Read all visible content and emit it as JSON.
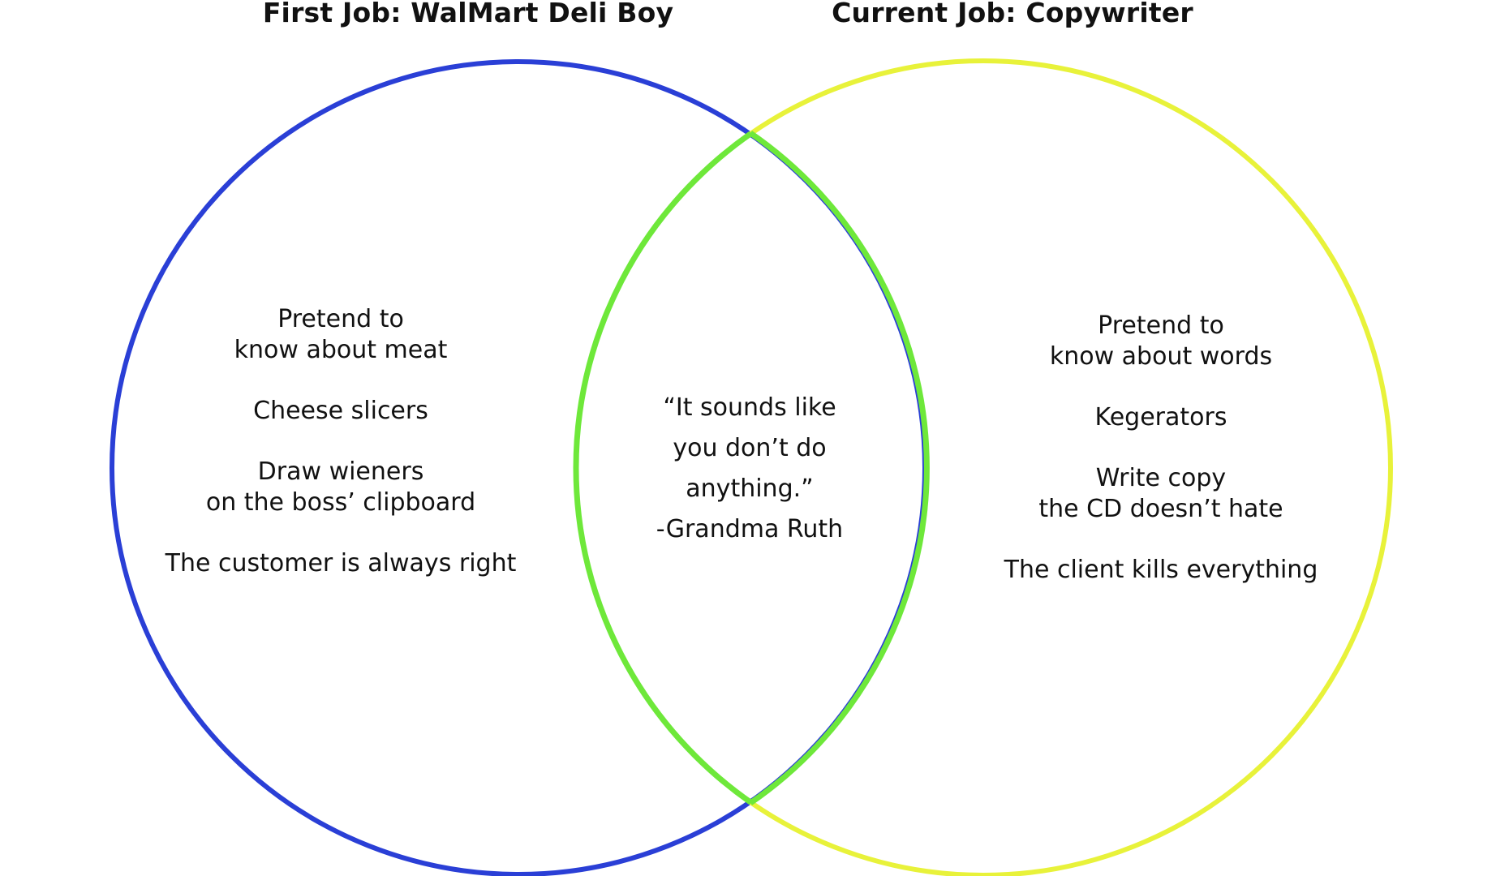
{
  "colors": {
    "left_circle": "#2a3fd6",
    "right_circle": "#e8f23a",
    "overlap_outline": "#6ee83a",
    "text": "#111111",
    "background": "#ffffff"
  },
  "sets": {
    "left": {
      "title": "First Job: WalMart Deli Boy",
      "items": [
        {
          "lines": [
            "Pretend to",
            "know about meat"
          ]
        },
        {
          "lines": [
            "Cheese slicers"
          ]
        },
        {
          "lines": [
            "Draw wieners",
            "on the boss’ clipboard"
          ]
        },
        {
          "lines": [
            "The customer is always right"
          ]
        }
      ]
    },
    "right": {
      "title": "Current Job: Copywriter",
      "items": [
        {
          "lines": [
            "Pretend to",
            "know about words"
          ]
        },
        {
          "lines": [
            "Kegerators"
          ]
        },
        {
          "lines": [
            "Write copy",
            "the CD doesn’t hate"
          ]
        },
        {
          "lines": [
            "The client kills everything"
          ]
        }
      ]
    },
    "overlap": {
      "lines": [
        "“It sounds like",
        "you don’t do",
        "anything.”",
        "-Grandma Ruth"
      ]
    }
  }
}
